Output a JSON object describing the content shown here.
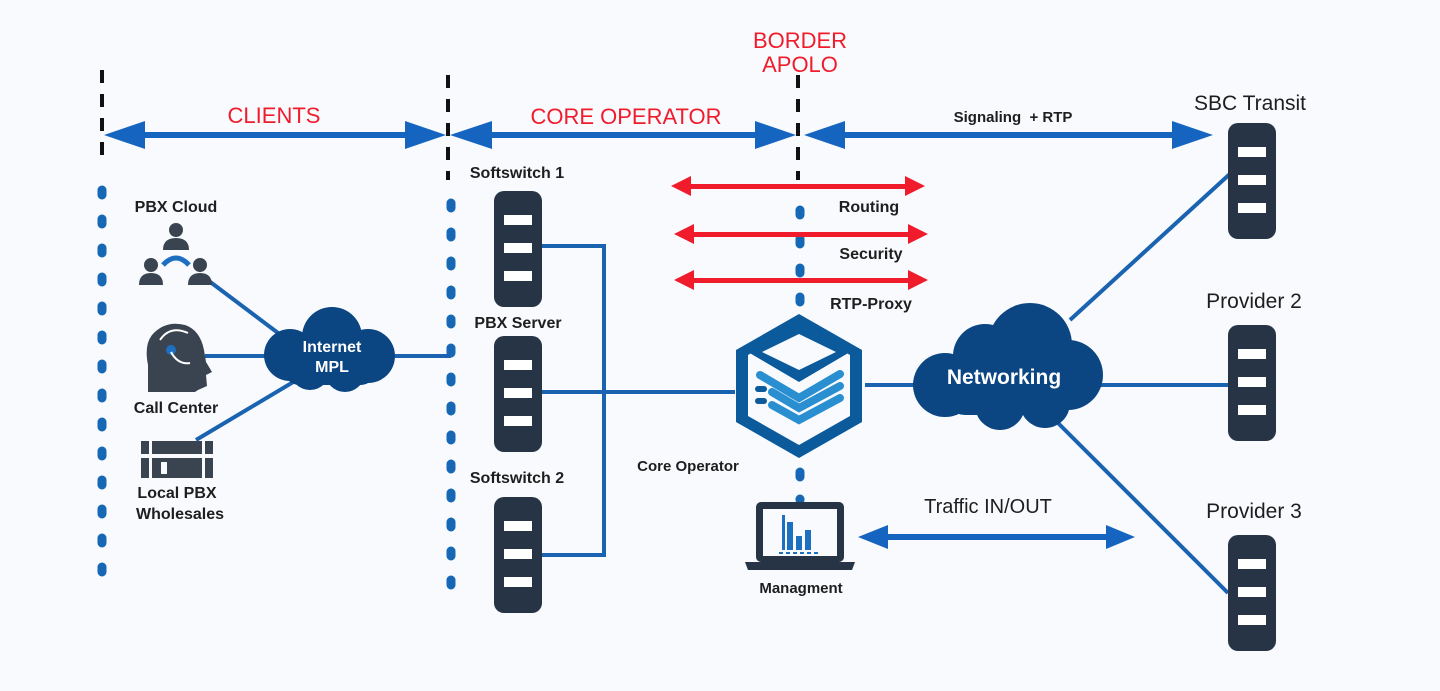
{
  "colors": {
    "accent_blue": "#1565c0",
    "dark_blue": "#0b4582",
    "server_dark": "#263445",
    "red": "#f01c2c",
    "background": "#f8fafd"
  },
  "zones": {
    "clients": "CLIENTS",
    "core_operator": "CORE OPERATOR",
    "border_line1": "BORDER",
    "border_line2": "APOLO",
    "signaling": "Signaling  + RTP"
  },
  "clients": {
    "pbx_cloud": "PBX Cloud",
    "call_center": "Call Center",
    "local_pbx_line1": "Local PBX",
    "local_pbx_line2": "Wholesales",
    "internet_line1": "Internet",
    "internet_line2": "MPL"
  },
  "core": {
    "softswitch1": "Softswitch 1",
    "pbx_server": "PBX Server",
    "softswitch2": "Softswitch 2",
    "core_operator": "Core Operator",
    "management": "Managment"
  },
  "border_functions": [
    "Routing",
    "Security",
    "RTP-Proxy"
  ],
  "external": {
    "networking": "Networking",
    "sbc_transit": "SBC Transit",
    "provider2": "Provider 2",
    "provider3": "Provider 3",
    "traffic": "Traffic IN/OUT"
  },
  "icons": {
    "server": "server-rack-icon",
    "cloud": "cloud-icon",
    "users": "users-group-icon",
    "headset": "headset-agent-icon",
    "pbx": "pbx-device-icon",
    "core": "cube-layers-icon",
    "laptop": "laptop-chart-icon"
  }
}
